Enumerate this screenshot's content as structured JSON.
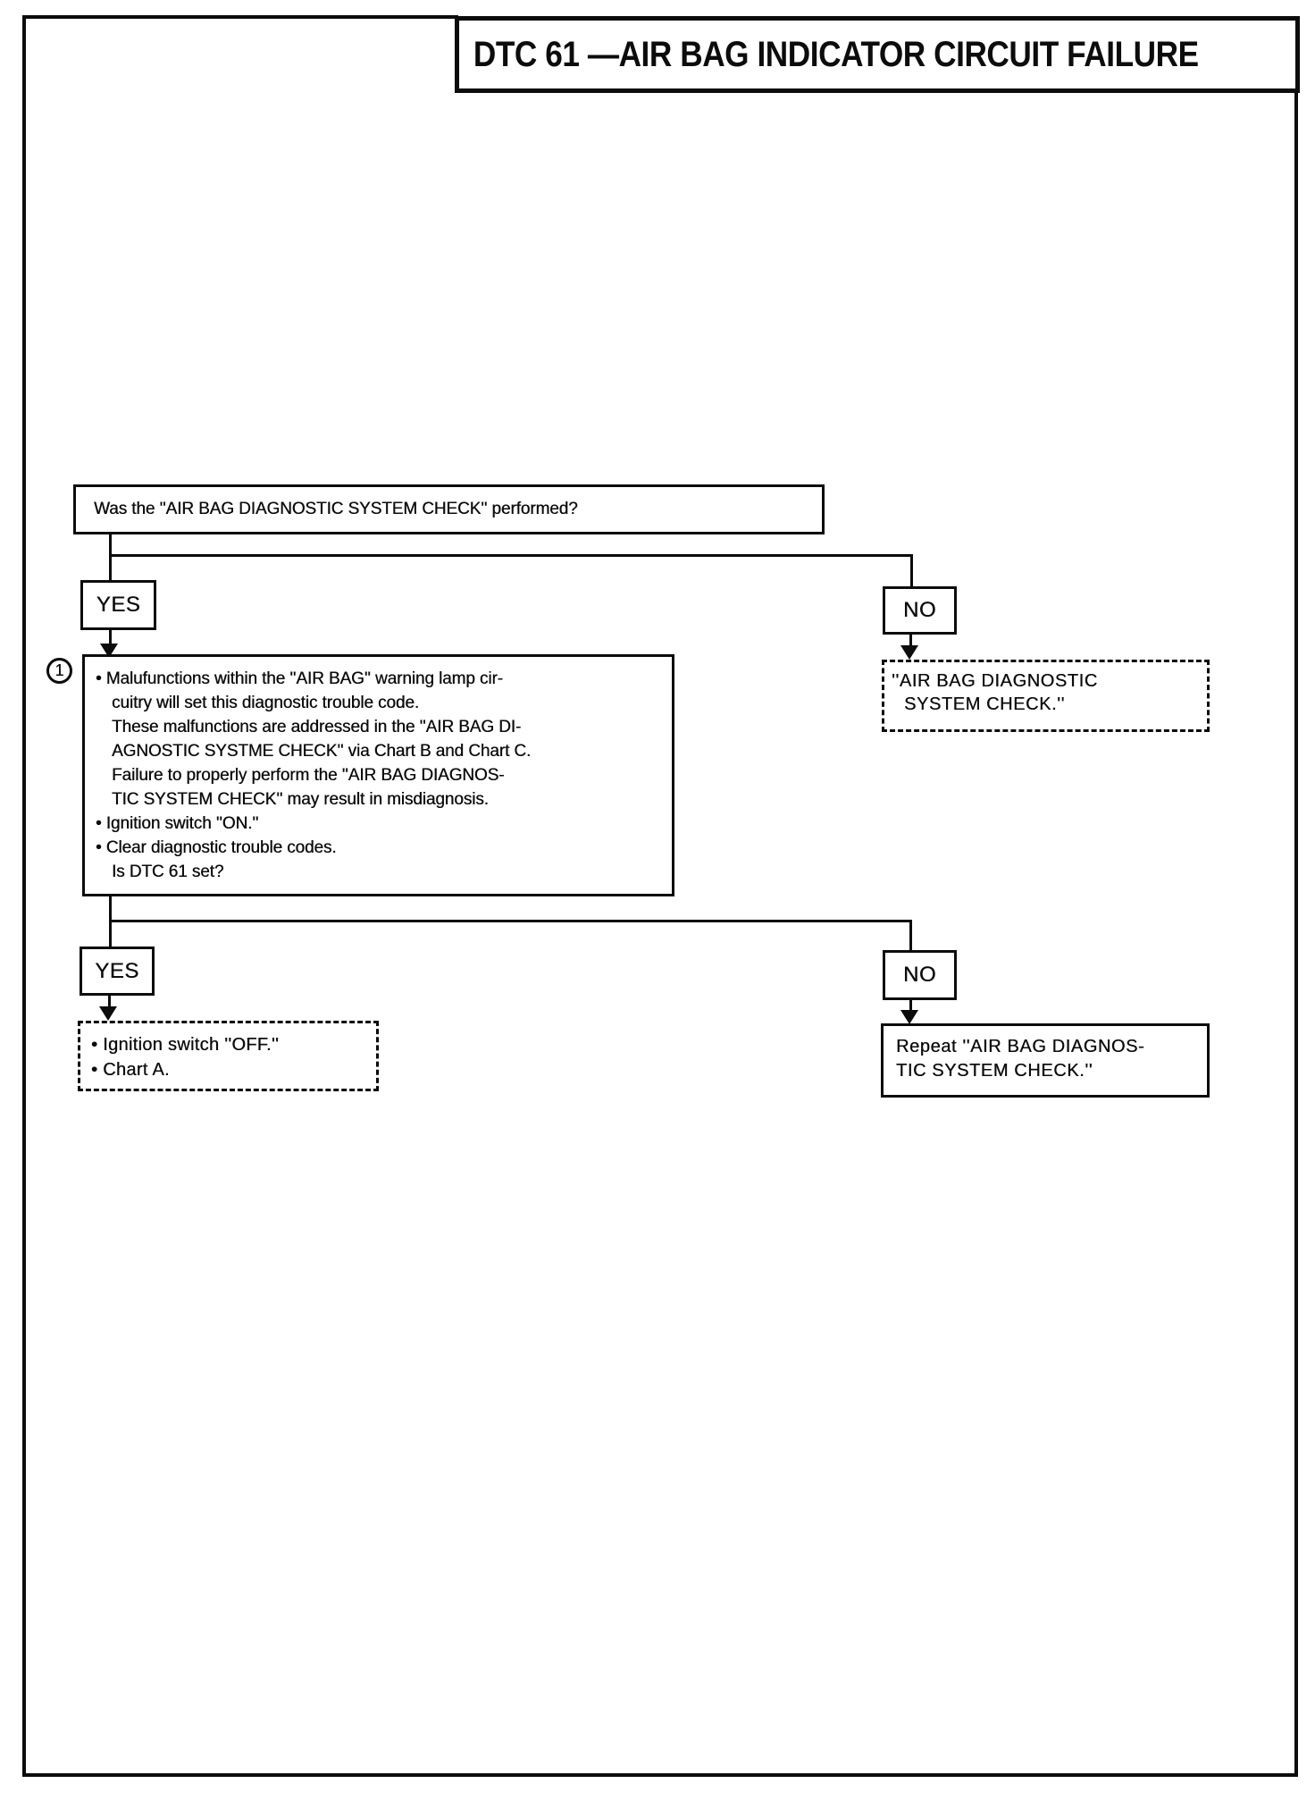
{
  "page": {
    "title": "DTC 61 —AIR BAG INDICATOR CIRCUIT FAILURE"
  },
  "flowchart": {
    "question1": "Was the ''AIR BAG DIAGNOSTIC SYSTEM CHECK'' performed?",
    "yes1_label": "YES",
    "no1_label": "NO",
    "yes2_label": "YES",
    "no2_label": "NO",
    "step_marker": "1",
    "action_box": {
      "lines": [
        "• Malufunctions within the ''AIR BAG'' warning lamp cir-",
        "cuitry will set this diagnostic trouble code.",
        "These malfunctions are addressed in the ''AIR BAG DI-",
        "AGNOSTIC SYSTME CHECK'' via Chart B and Chart C.",
        "Failure to properly perform the ''AIR BAG DIAGNOS-",
        "TIC SYSTEM CHECK'' may result in misdiagnosis.",
        "• Ignition switch ''ON.''",
        "• Clear diagnostic trouble codes.",
        "Is DTC 61 set?"
      ]
    },
    "no1_result": {
      "line1": "''AIR BAG DIAGNOSTIC",
      "line2": "SYSTEM CHECK.''"
    },
    "yes2_result": {
      "line1": "• Ignition switch ''OFF.''",
      "line2": "• Chart A."
    },
    "no2_result": {
      "line1": "Repeat ''AIR BAG DIAGNOS-",
      "line2": "TIC SYSTEM CHECK.''"
    }
  }
}
